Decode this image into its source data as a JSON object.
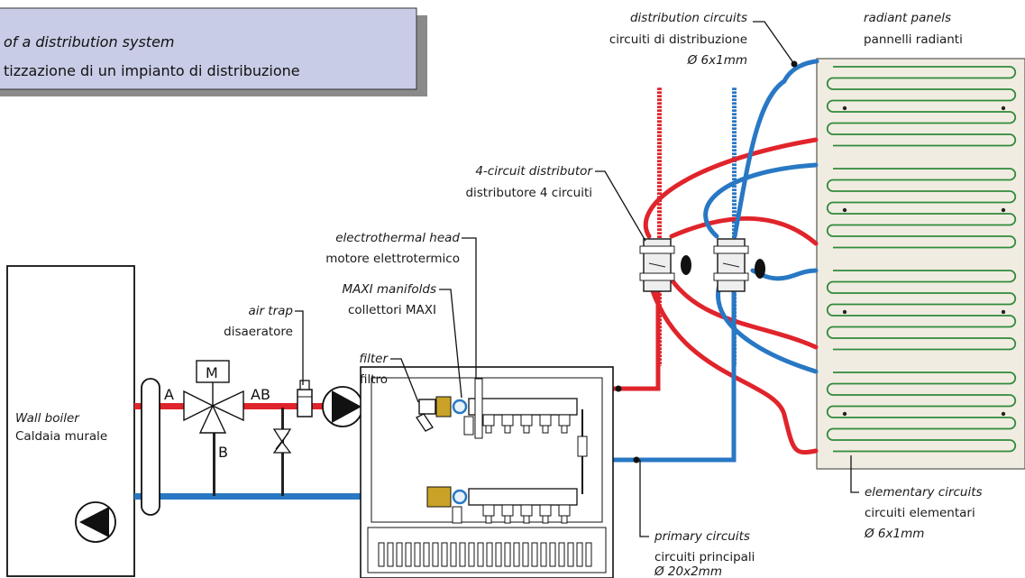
{
  "title": {
    "line1": "of a distribution system",
    "line2": "tizzazione di un impianto di distribuzione"
  },
  "labels": {
    "distribution_circuits": {
      "en": "distribution circuits",
      "it": "circuiti di distribuzione",
      "size": "Ø 6x1mm"
    },
    "radiant_panels": {
      "en": "radiant panels",
      "it": "pannelli radianti"
    },
    "distributor": {
      "en": "4-circuit distributor",
      "it": "distributore 4 circuiti"
    },
    "electrothermal_head": {
      "en": "electrothermal head",
      "it": "motore elettrotermico"
    },
    "maxi_manifolds": {
      "en": "MAXI manifolds",
      "it": "collettori MAXI"
    },
    "air_trap": {
      "en": "air trap",
      "it": "disaeratore"
    },
    "filter": {
      "en": "filter",
      "it": "filtro"
    },
    "wall_boiler": {
      "en": "Wall boiler",
      "it": "Caldaia murale"
    },
    "elementary_circuits": {
      "en": "elementary circuits",
      "it": "circuiti elementari",
      "size": "Ø 6x1mm"
    },
    "primary_circuits": {
      "en": "primary circuits",
      "it": "circuiti principali",
      "size": "Ø 20x2mm"
    }
  },
  "valve": {
    "motor": "M",
    "port_a": "A",
    "port_ab": "AB",
    "port_b": "B"
  },
  "colors": {
    "hot": "#e0242b",
    "cold": "#2878c4",
    "panel": "#f1ece2",
    "coil": "#2f8a3a",
    "titlebox": "#c8cce6"
  }
}
